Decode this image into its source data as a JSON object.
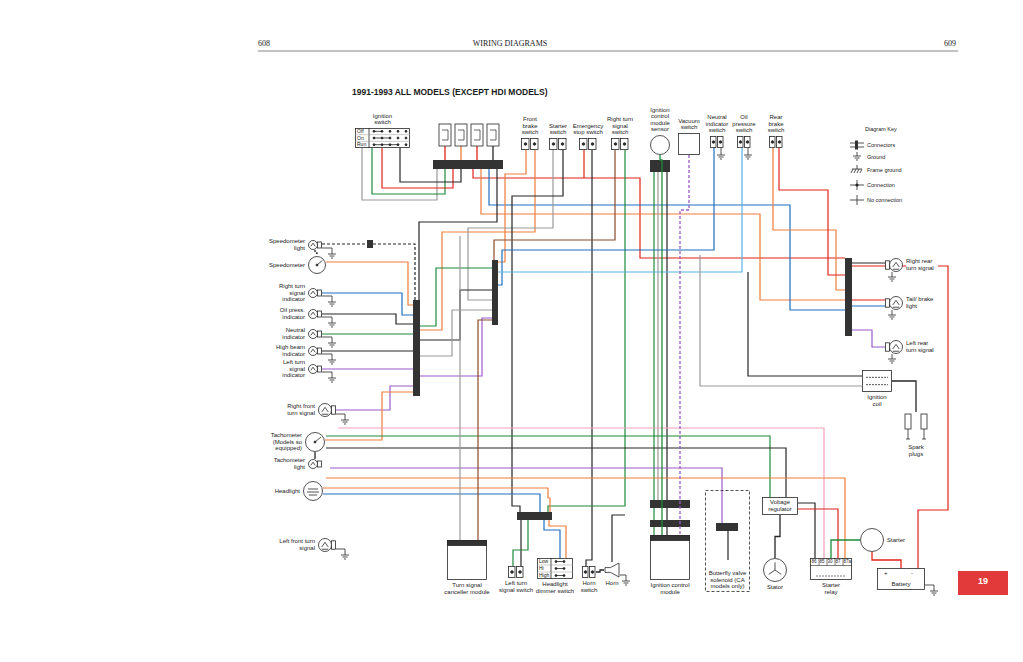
{
  "diagram": {
    "title": "1991-1993 ALL MODELS (EXCEPT HDI MODELS)",
    "nodes": [
      {
        "text": [
          "Ignition switch"
        ]
      },
      {
        "text": [
          "Front brake switch"
        ]
      },
      {
        "text": [
          "Starter switch"
        ]
      },
      {
        "text": [
          "Emergency stop switch"
        ]
      },
      {
        "text": [
          "Right turn signal switch"
        ]
      },
      {
        "text": [
          "Ignition control module sensor"
        ]
      },
      {
        "text": [
          "Vacuum switch"
        ]
      },
      {
        "text": [
          "Neutral indicator switch"
        ]
      },
      {
        "text": [
          "Oil pressure switch"
        ]
      },
      {
        "text": [
          "Rear brake switch"
        ]
      },
      {
        "text": [
          "Speedometer light"
        ]
      },
      {
        "text": [
          "Speedometer"
        ]
      },
      {
        "text": [
          "Right turn signal indicator"
        ]
      },
      {
        "text": [
          "Oil press. indicator"
        ]
      },
      {
        "text": [
          "Neutral indicator"
        ]
      },
      {
        "text": [
          "High beam indicator"
        ]
      },
      {
        "text": [
          "Left turn signal indicator"
        ]
      },
      {
        "text": [
          "Right front turn signal"
        ]
      },
      {
        "text": [
          "Tachometer (Models so equipped)"
        ]
      },
      {
        "text": [
          "Tachometer light"
        ]
      },
      {
        "text": [
          "Headlight"
        ]
      },
      {
        "text": [
          "Left front turn signal"
        ]
      },
      {
        "text": [
          "Right rear turn signal"
        ]
      },
      {
        "text": [
          "Tail/ brake light"
        ]
      },
      {
        "text": [
          "Left rear turn signal"
        ]
      },
      {
        "text": [
          "Ignition coil"
        ]
      },
      {
        "text": [
          "Spark plugs"
        ]
      },
      {
        "text": [
          "Turn signal canceller module"
        ]
      },
      {
        "text": [
          "Left turn signal switch"
        ]
      },
      {
        "text": [
          "Headlight dimmer switch"
        ]
      },
      {
        "text": [
          "Horn switch"
        ]
      },
      {
        "text": [
          "Horn"
        ]
      },
      {
        "text": [
          "Ignition control module"
        ]
      },
      {
        "text": [
          "Butterfly valve solenoid (CA models only)"
        ]
      },
      {
        "text": [
          "Voltage regulator"
        ]
      },
      {
        "text": [
          "Stator"
        ]
      },
      {
        "text": [
          "Starter relay"
        ]
      },
      {
        "text": [
          "Starter"
        ]
      },
      {
        "text": [
          "Battery"
        ]
      }
    ],
    "edges": [
      {
        "from": 25,
        "to": 26,
        "arrow": "none"
      },
      {
        "from": 35,
        "to": 34,
        "arrow": "none"
      },
      {
        "from": 38,
        "to": 37,
        "arrow": "none"
      },
      {
        "from": 36,
        "to": 37,
        "arrow": "none"
      },
      {
        "from": 30,
        "to": 31,
        "arrow": "none"
      },
      {
        "from": 5,
        "to": 32,
        "arrow": "none"
      },
      {
        "from": 6,
        "to": 32,
        "arrow": "none"
      },
      {
        "from": 18,
        "to": 19,
        "arrow": "none"
      },
      {
        "from": 10,
        "to": 11,
        "arrow": "none"
      }
    ],
    "labels": [
      "608",
      "WIRING DIAGRAMS",
      "609",
      "Off",
      "On",
      "Run",
      "Diagram Key",
      "Low",
      "Hi",
      "High",
      "86",
      "85",
      "30",
      "87",
      "87a",
      "+",
      "-",
      "19"
    ],
    "legend": [
      {
        "text": "Connectors"
      },
      {
        "text": "Ground"
      },
      {
        "text": "Frame ground"
      },
      {
        "text": "Connection"
      },
      {
        "text": "No connection"
      }
    ]
  }
}
